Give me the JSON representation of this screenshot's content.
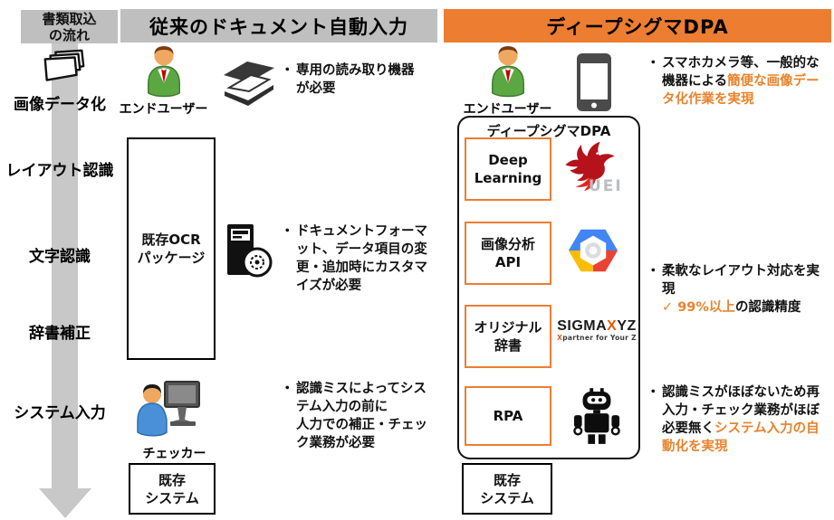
{
  "ui": {
    "bullet_char": "・",
    "check_char": "✓"
  },
  "colors": {
    "accent_orange": "#ED7D31",
    "header_gray": "#BFBFBF",
    "arrow_gray": "#C8C8C8",
    "highlight_text_orange": "#E8832D"
  },
  "flow": {
    "title": "書類取込\nの流れ",
    "steps": [
      "画像データ化",
      "レイアウト認識",
      "文字認識",
      "辞書補正",
      "システム入力"
    ]
  },
  "legacy": {
    "header": "従来のドキュメント自動入力",
    "end_user_label": "エンドユーザー",
    "scanner_note": "専用の読み取り機器が必要",
    "ocr_box_label": "既存OCR\nパッケージ",
    "ocr_note": "ドキュメントフォーマット、データ項目の変更・追加時にカスタマイズが必要",
    "checker_label": "チェッカー",
    "checker_note": "認識ミスによってシステム入力の前に\n人力での補正・チェック業務が必要",
    "system_box_label": "既存\nシステム"
  },
  "dpa": {
    "header": "ディープシグマDPA",
    "end_user_label": "エンドユーザー",
    "camera_note": {
      "black": "スマホカメラ等、一般的な機器による",
      "orange": "簡便な画像データ化作業を実現"
    },
    "stack": {
      "title": "ディープシグマDPA",
      "modules": [
        {
          "label": "Deep\nLearning"
        },
        {
          "label": "画像分析\nAPI"
        },
        {
          "label": "オリジナル\n辞書"
        },
        {
          "label": "RPA"
        }
      ],
      "logos": {
        "uei_text": "UEI",
        "sigmaxyz_pre": "SIGMA",
        "sigmaxyz_x": "X",
        "sigmaxyz_post": "YZ",
        "sigmaxyz_tagline_x": "X",
        "sigmaxyz_tagline_rest": "partner for Your Z"
      }
    },
    "system_box_label": "既存\nシステム",
    "layout_note": {
      "black": "柔軟なレイアウト対応を実現",
      "accuracy_orange": "99%以上",
      "accuracy_black": "の認識精度"
    },
    "automation_note": {
      "black": "認識ミスがほぼないため再入力・チェック業務がほぼ必要無く",
      "orange": "システム入力の自動化を実現"
    }
  }
}
